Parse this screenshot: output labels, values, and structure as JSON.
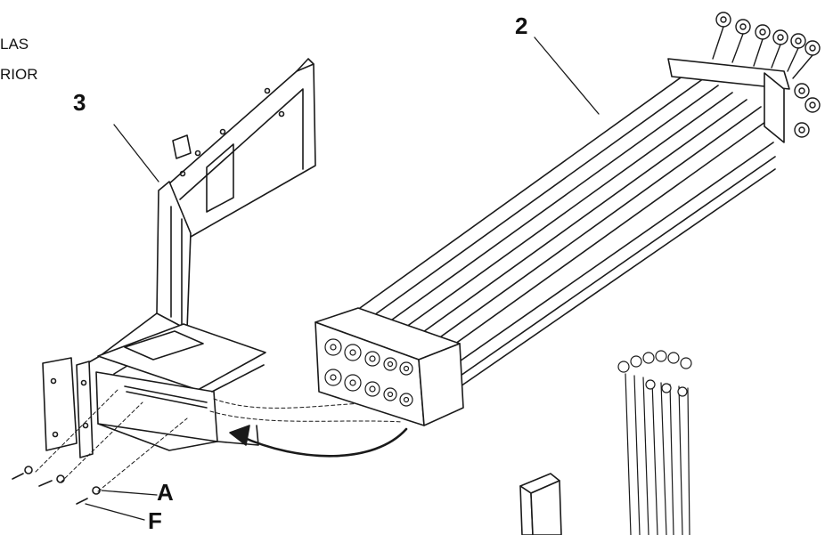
{
  "diagram": {
    "partial_label_line1": "LAS",
    "partial_label_line2": "RIOR",
    "callouts": {
      "part_3": "3",
      "part_2": "2",
      "hardware_A": "A",
      "hardware_F": "F"
    },
    "colors": {
      "line": "#1a1a1a",
      "fill": "#ffffff",
      "shade": "#dcdcdc"
    }
  }
}
